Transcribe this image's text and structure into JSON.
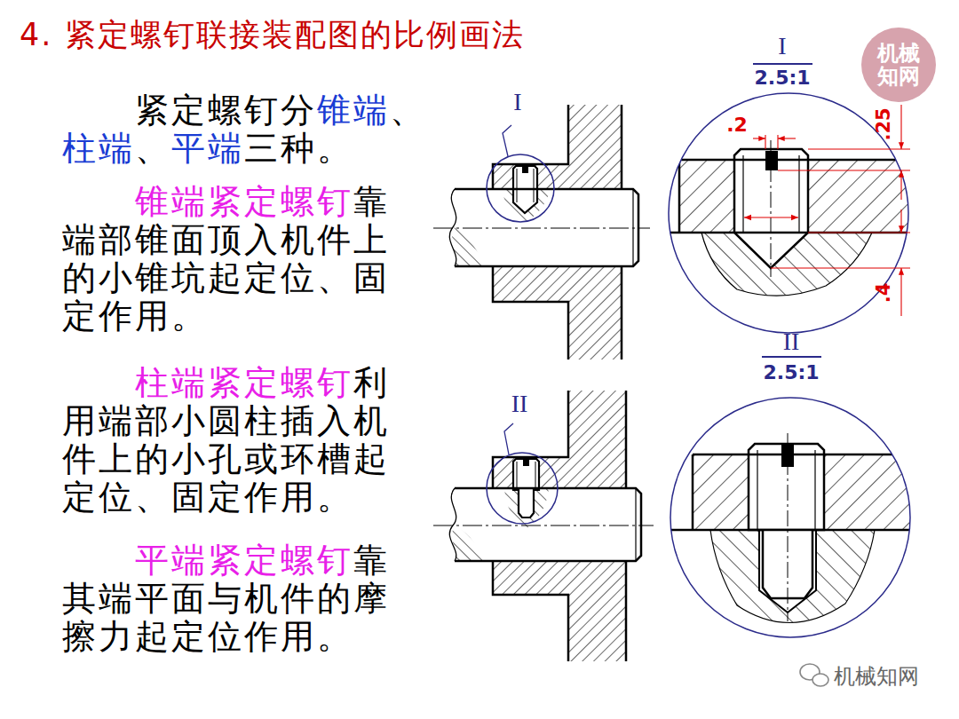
{
  "diagram": {
    "title": "4. 紧定螺钉联接装配图的比例画法",
    "nodes": [
      {
        "text": [
          "机械知网"
        ]
      }
    ],
    "labels": [
      "紧定螺钉分",
      "锥端",
      "、",
      "柱端",
      "、",
      "平端",
      "三种。",
      "锥端紧定螺钉",
      "靠端部锥面顶入机件上的小锥坑起定位、固定作用。",
      "柱端紧定螺钉",
      "利用端部小圆柱插入机件上的小孔或环槽起定位、固定作用。",
      "平端紧定螺钉",
      "靠其端平面与机件的摩擦力起定位作用。",
      "I",
      "I",
      "2.5:1",
      ".2",
      ".25",
      ".4",
      "II",
      "II",
      "2.5:1",
      "机械知网"
    ]
  }
}
